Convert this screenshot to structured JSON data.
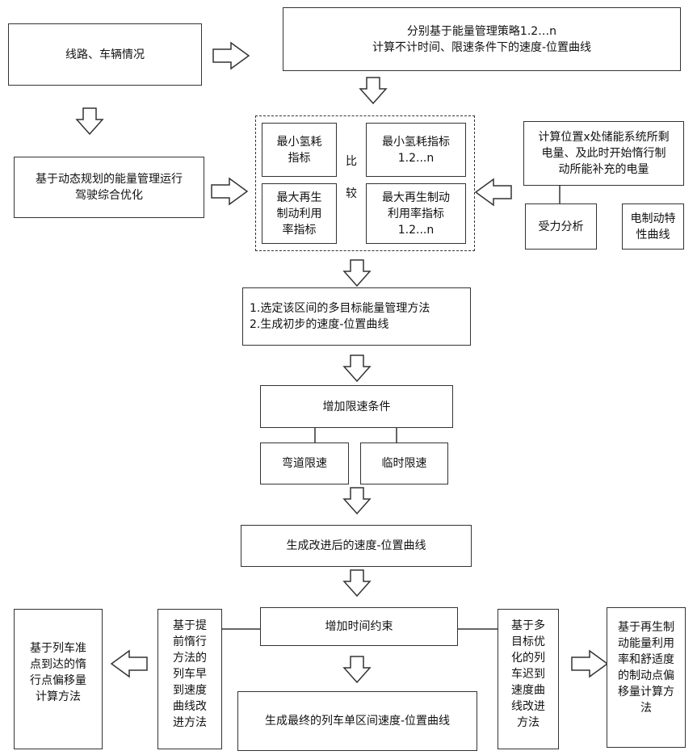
{
  "nodes": {
    "route": "线路、车辆情况",
    "calc_curves": "分别基于能量管理策略1.2…n\n计算不计时间、限速条件下的速度-位置曲线",
    "dp_opt": "基于动态规划的能量管理运行\n驾驶综合优化",
    "min_h2": "最小氢耗\n指标",
    "min_h2_n": "最小氢耗指标\n1.2...n",
    "max_regen": "最大再生\n制动利用\n率指标",
    "max_regen_n": "最大再生制动\n利用率指标\n1.2...n",
    "compare": "比\n\n较",
    "storage_calc": "计算位置x处储能系统所剩\n电量、及此时开始惰行制\n动所能补充的电量",
    "force": "受力分析",
    "brake_curve": "电制动特\n性曲线",
    "select_method": "1.选定该区间的多目标能量管理方法\n2.生成初步的速度-位置曲线",
    "add_speed_limit": "增加限速条件",
    "curve_limit": "弯道限速",
    "temp_limit": "临时限速",
    "improved_curve": "生成改进后的速度-位置曲线",
    "add_time": "增加时间约束",
    "final_curve": "生成最终的列车单区间速度-位置曲线",
    "early_method": "基于提\n前惰行\n方法的\n列车早\n到速度\n曲线改\n进方法",
    "coast_offset": "基于列车准\n点到达的惰\n行点偏移量\n计算方法",
    "late_method": "基于多\n目标优\n化的列\n车迟到\n速度曲\n线改进\n方法",
    "brake_offset": "基于再生制\n动能量利用\n率和舒适度\n的制动点偏\n移量计算方\n法"
  }
}
